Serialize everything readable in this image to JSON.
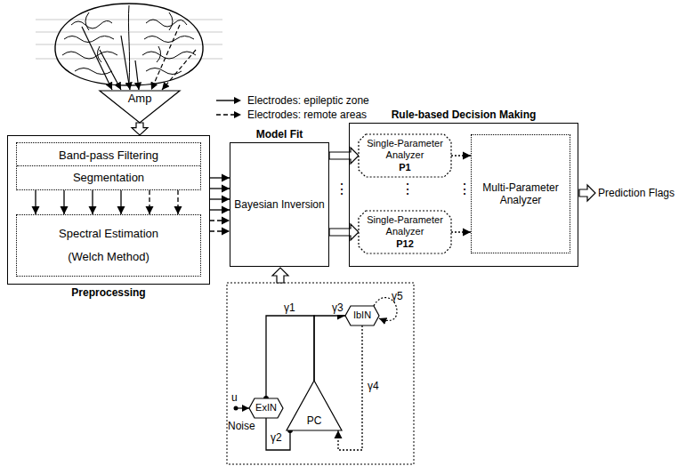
{
  "diagram": {
    "nodes": [
      {
        "text": [
          "Amp"
        ]
      },
      {
        "text": [
          "Preprocessing"
        ]
      },
      {
        "text": [
          "Band-pass Filtering",
          "Segmentation"
        ],
        "in": 1
      },
      {
        "text": [
          "Spectral Estimation",
          "(Welch Method)"
        ],
        "in": 1
      },
      {
        "text": [
          "Model Fit",
          "Bayesian Inversion"
        ]
      },
      {
        "text": [
          "Rule-based Decision Making"
        ]
      },
      {
        "text": [
          "Single-Parameter Analyzer",
          "P1"
        ],
        "in": 5
      },
      {
        "text": [
          "Single-Parameter Analyzer",
          "P12"
        ],
        "in": 5
      },
      {
        "text": [
          "Multi-Parameter Analyzer"
        ],
        "in": 5
      },
      {
        "text": [
          "ExIN"
        ]
      },
      {
        "text": [
          "IbIN"
        ]
      },
      {
        "text": [
          "PC"
        ]
      }
    ],
    "edges": [
      {
        "from": 0,
        "to": 1,
        "arrow": "to"
      },
      {
        "from": 2,
        "to": 3,
        "arrow": "to"
      },
      {
        "from": 2,
        "to": 3,
        "arrow": "to"
      },
      {
        "from": 2,
        "to": 3,
        "arrow": "to"
      },
      {
        "from": 2,
        "to": 3,
        "arrow": "to"
      },
      {
        "from": 2,
        "to": 3,
        "arrow": "to"
      },
      {
        "from": 2,
        "to": 3,
        "arrow": "to"
      },
      {
        "from": 1,
        "to": 4,
        "arrow": "to"
      },
      {
        "from": 1,
        "to": 4,
        "arrow": "to"
      },
      {
        "from": 1,
        "to": 4,
        "arrow": "to"
      },
      {
        "from": 1,
        "to": 4,
        "arrow": "to"
      },
      {
        "from": 1,
        "to": 4,
        "arrow": "to"
      },
      {
        "from": 1,
        "to": 4,
        "arrow": "to"
      },
      {
        "from": 4,
        "to": 6,
        "arrow": "to"
      },
      {
        "from": 4,
        "to": 7,
        "arrow": "to"
      },
      {
        "from": 6,
        "to": 8,
        "arrow": "to"
      },
      {
        "from": 7,
        "to": 8,
        "arrow": "to"
      },
      {
        "from": 11,
        "to": 9,
        "label": "γ1",
        "arrow": "to"
      },
      {
        "from": 9,
        "to": 11,
        "label": "γ2",
        "arrow": "to"
      },
      {
        "from": 11,
        "to": 10,
        "label": "γ3",
        "arrow": "to"
      },
      {
        "from": 10,
        "to": 11,
        "label": "γ4",
        "arrow": "to"
      }
    ],
    "labels": [
      "γ5",
      "u",
      "Noise",
      "⋮",
      "⋮",
      "⋮",
      "Prediction Flags"
    ],
    "legend": [
      {
        "text": "Electrodes: epileptic zone"
      },
      {
        "text": "Electrodes: remote areas"
      }
    ]
  }
}
